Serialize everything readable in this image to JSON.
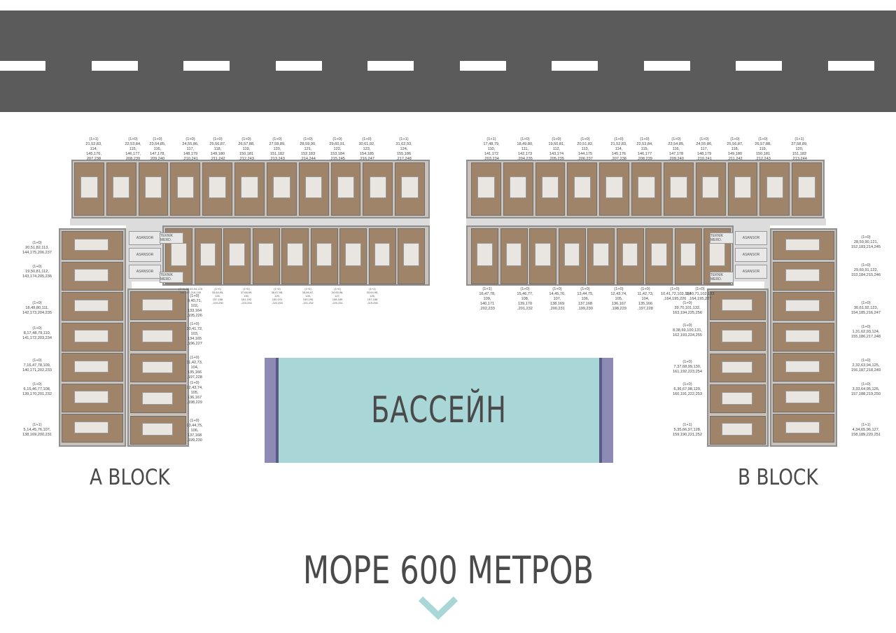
{
  "pool_label": "БАССЕЙН",
  "sea_label": "МОРЕ 600 МЕТРОВ",
  "block_a": {
    "label": "A BLOCK",
    "elevators": [
      "ASANSOR",
      "ASANSOR",
      "ASANSOR"
    ],
    "service": [
      "TEKNİK MERD.",
      "TEKNİK MERD."
    ],
    "top_units": [
      "(1+1)\n21,52,83,\n114,\n145,176,\n207,238",
      "(1+0)\n22,53,84,\n115,\n146,177,\n208,239",
      "(1+0)\n23,54,85,\n116,\n147,178,\n209,240",
      "(1+0)\n24,55,86,\n117,\n148,179\n,210,241",
      "(1+0)\n25,56,87,\n118,\n149,180\n,211,242",
      "(1+0)\n26,57,88,\n119,\n150,181\n,212,243",
      "(1+0)\n27,58,89,\n120,\n151,182\n,213,243",
      "(1+0)\n28,59,90,\n121,\n152,183\n,214,244",
      "(1+0)\n29,60,91,\n122,\n153,184\n,215,245",
      "(1+0)\n30,61,92,\n123,\n154,185\n,216,247",
      "(1+1)\n31,62,93,\n124,\n155,186\n,217,248"
    ],
    "left_units": [
      "(1+0)\n20,51,82,113,\n144,175,206,237",
      "(1+0)\n19,50,81,112,\n143,174,205,236",
      "(1+0)\n18,49,80,111,\n142,173,204,235",
      "(1+0)\n8,17,48,79,110,\n141,172,203,234",
      "(1+0)\n7,16,47,78,109,\n140,171,202,233",
      "(1+0)\n6,15,46,77,108,\n139,170,201,232",
      "(1+1)\n5,14,45,76,107,\n138,169,200,231"
    ],
    "inner_units": [
      "(1+0)\n9,40,71,\n102,\n133,164\n,195,226",
      "(1+0)\n10,41,72,\n103,\n134,165\n,196,227",
      "(1+0)\n11,42,73,\n104,\n135,166\n,197,228",
      "(1+0)\n12,43,74,\n105,\n136,167\n,198,229",
      "(1+0)\n13,44,75,\n106,\n137,168\n,199,230"
    ],
    "bottom_units": [
      "(1+1) 32,63,94,125\n156,187,218,249",
      "(1+0)\n33,64,95,\n126,\n157,188\n,219,250",
      "(1+0)\n37,68,99,\n130,\n161,192\n,223,254",
      "(1+0)\n36,67,98,\n129,\n160,191\n,222,253",
      "(1+0)\n35,66,97,\n128,\n159,190\n,221,252",
      "(1+0)\n34,65,96,\n127,\n158,189\n,220,251",
      "(1+1)\n33,64,95,\n126,\n157,188\n,219,250"
    ]
  },
  "block_b": {
    "label": "B BLOCK",
    "elevators": [
      "ASANSOR",
      "ASANSOR",
      "ASANSOR"
    ],
    "service": [
      "TEKNİK MERD.",
      "TEKNİK MERD."
    ],
    "top_units": [
      "(1+1)\n17,48,79,\n110,\n141,172\n,203,234",
      "(1+0)\n18,49,80,\n111,\n142,173\n,204,235",
      "(1+0)\n19,50,81,\n112,\n143,174\n,205,235",
      "(1+0)\n20,51,82,\n113,\n144,175\n,206,237",
      "(1+0)\n21,52,83,\n114,\n145,176\n,207,238",
      "(1+0)\n22,53,84,\n115,\n146,177\n,208,239",
      "(1+0)\n23,54,85,\n116,\n147,178\n,209,240",
      "(1+0)\n24,55,86,\n117,\n148,179\n,210,241",
      "(1+0)\n25,56,87,\n118,\n149,180\n,211,242",
      "(1+0)\n26,57,88,\n119,\n150,181\n,212,243",
      "(1+1)\n27,58,89,\n120,\n151,182\n,213,244"
    ],
    "right_units": [
      "(1+0)\n28,59,90,121,\n152,183,214,245",
      "(1+0)\n29,60,91,122,\n153,184,215,246",
      "(1+0)\n30,61,92,123,\n154,185,216,247",
      "(1+0)\n1,31,62,93,124,\n155,186,217,248",
      "(1+0)\n2,32,63,94,125,\n156,187,218,249",
      "(1+0)\n3,33,64,95,126,\n157,188,219,250",
      "(1+1)\n4,34,65,96,127,\n158,189,220,251"
    ],
    "inner_units": [
      "(1+0)\n39,70,101,132,\n163,194,225,256",
      "(1+0)\n8,38,69,100,131,\n162,193,224,255",
      "(1+0)\n7,37,68,99,130,\n161,192,223,254",
      "(1+0)\n6,36,67,98,129,\n160,191,222,253",
      "(1+1)\n5,35,66,97,128,\n159,190,221,252"
    ],
    "bottom_units": [
      "(1+1)\n16,47,78,\n109,\n140,171\n,202,233",
      "(1+0)\n15,46,77,\n108,\n139,170\n,201,232",
      "(1+0)\n14,45,76,\n107,\n138,169\n,200,231",
      "(1+0)\n13,44,75,\n106,\n137,168\n,199,230",
      "(1+0)\n12,43,74,\n105,\n136,167\n,198,229",
      "(1+0)\n11,42,73,\n104,\n135,166\n,197,228",
      "(1+0)\n10,41,72,103,133\n,164,195,226",
      "(1+0)\n9,40,71,102,133\n,164,195,227"
    ]
  }
}
